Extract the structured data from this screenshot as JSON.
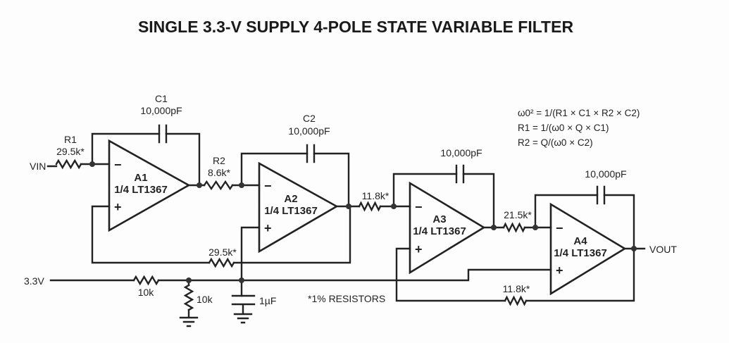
{
  "title": "SINGLE 3.3-V SUPPLY 4-POLE STATE VARIABLE FILTER",
  "equations": [
    "ω0² = 1/(R1 × C1 × R2 × C2)",
    "R1 = 1/(ω0 × Q × C1)",
    "R2 = Q/(ω0 × C2)"
  ],
  "ports": {
    "vin": "VIN",
    "vout": "VOUT",
    "supply": "3.3V"
  },
  "amplifiers": [
    {
      "name": "A1",
      "part": "1/4 LT1367"
    },
    {
      "name": "A2",
      "part": "1/4 LT1367"
    },
    {
      "name": "A3",
      "part": "1/4 LT1367"
    },
    {
      "name": "A4",
      "part": "1/4 LT1367"
    }
  ],
  "signs": {
    "minus": "−",
    "plus": "+"
  },
  "components": {
    "r1_name": "R1",
    "r1_value": "29.5k*",
    "r2_name": "R2",
    "r2_value": "8.6k*",
    "c1_name": "C1",
    "c1_value": "10,000pF",
    "c2_name": "C2",
    "c2_value": "10,000pF",
    "c3_value": "10,000pF",
    "c4_value": "10,000pF",
    "r_fb_value": "29.5k*",
    "r3_value": "11.8k*",
    "r4_value": "21.5k*",
    "r5_value": "11.8k*",
    "r_div1_value": "10k",
    "r_div2_value": "10k",
    "c_bypass_value": "1µF"
  },
  "note": "*1% RESISTORS"
}
